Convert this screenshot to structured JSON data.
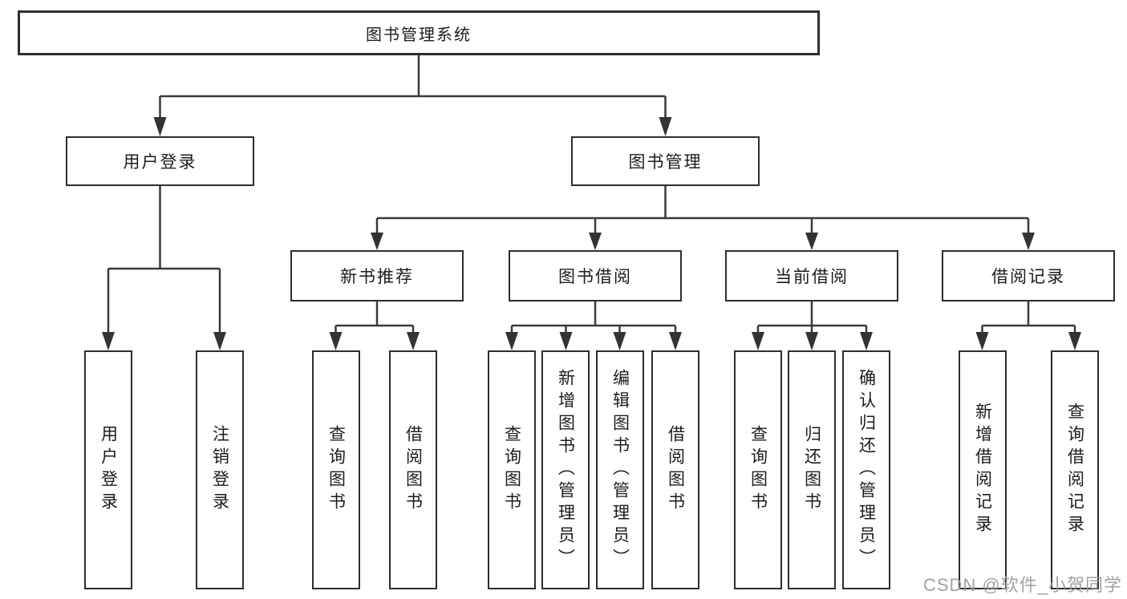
{
  "tree": {
    "root": "图书管理系统",
    "level2": {
      "user_login": "用户登录",
      "book_mgmt": "图书管理"
    },
    "level3": {
      "new_books": "新书推荐",
      "borrow": "图书借阅",
      "current": "当前借阅",
      "records": "借阅记录"
    },
    "leaves": {
      "user_login": [
        "用户登录",
        "注销登录"
      ],
      "new_books": [
        "查询图书",
        "借阅图书"
      ],
      "borrow": [
        "查询图书",
        "新增图书（管理员）",
        "编辑图书（管理员）",
        "借阅图书"
      ],
      "current": [
        "查询图书",
        "归还图书",
        "确认归还（管理员）"
      ],
      "records": [
        "新增借阅记录",
        "查询借阅记录"
      ]
    }
  },
  "watermark": "CSDN @软件_小贺同学",
  "colors": {
    "line": "#3a3a3a",
    "border": "#2e2e2e",
    "background": "#ffffff",
    "text": "#1c1c1c",
    "watermark": "#9b9b9b"
  }
}
